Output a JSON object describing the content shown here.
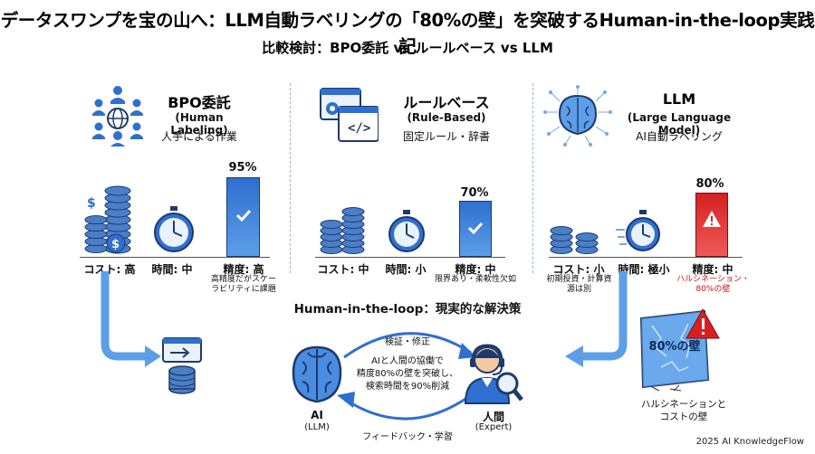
{
  "title": "データスワンプを宝の山へ：LLM自動ラベリングの「80%の壁」を突破するHuman-in-the-loop実践記",
  "subtitle": "比較検討：BPO委託 vs ルールベース vs LLM",
  "columns": [
    {
      "title": "BPO委託",
      "sub": "(Human Labeling)",
      "desc": "人手による作業",
      "icon": "people-network-icon",
      "accuracy_label": "95%",
      "accuracy": 95,
      "metrics": [
        {
          "label": "コスト: 高"
        },
        {
          "label": "時間: 中"
        },
        {
          "label": "精度: 高"
        }
      ],
      "note": [
        "高精度だがスケー",
        "ラビリティに課題"
      ]
    },
    {
      "title": "ルールベース",
      "sub": "(Rule-Based)",
      "desc": "固定ルール・辞書",
      "icon": "code-window-gear-icon",
      "accuracy_label": "70%",
      "accuracy": 70,
      "metrics": [
        {
          "label": "コスト: 中"
        },
        {
          "label": "時間: 小"
        },
        {
          "label": "精度: 中"
        }
      ],
      "note": [
        "限界あり・柔軟性欠如"
      ]
    },
    {
      "title": "LLM",
      "sub": "(Large Language Model)",
      "desc": "AI自動ラベリング",
      "icon": "brain-circuit-icon",
      "accuracy_label": "80%",
      "accuracy": 80,
      "metrics": [
        {
          "label": "コスト: 小"
        },
        {
          "label": "時間: 極小"
        },
        {
          "label": "精度: 中"
        }
      ],
      "cost_note": [
        "初期投資・計算資",
        "源は別"
      ],
      "note": [
        "ハルシネーション・",
        "80%の壁"
      ]
    }
  ],
  "hitl": {
    "title": "Human-in-the-loop：現実的な解決策",
    "top_arrow": "検証・修正",
    "bottom_arrow": "フィードバック・学習",
    "center_text": [
      "AIと人間の協働で",
      "精度80%の壁を突破し、",
      "検索時間を90%削減"
    ],
    "ai_label": "AI",
    "ai_sub": "(LLM)",
    "human_label": "人間",
    "human_sub": "(Expert)"
  },
  "wall": {
    "text": "80%の壁",
    "caption": [
      "ハルシネーションと",
      "コストの壁"
    ]
  },
  "footer": "2025 AI KnowledgeFlow",
  "colors": {
    "blue": "#2f6fd0",
    "light_blue": "#5c9ee8",
    "red": "#d62020",
    "dark": "#1e3a6b"
  }
}
